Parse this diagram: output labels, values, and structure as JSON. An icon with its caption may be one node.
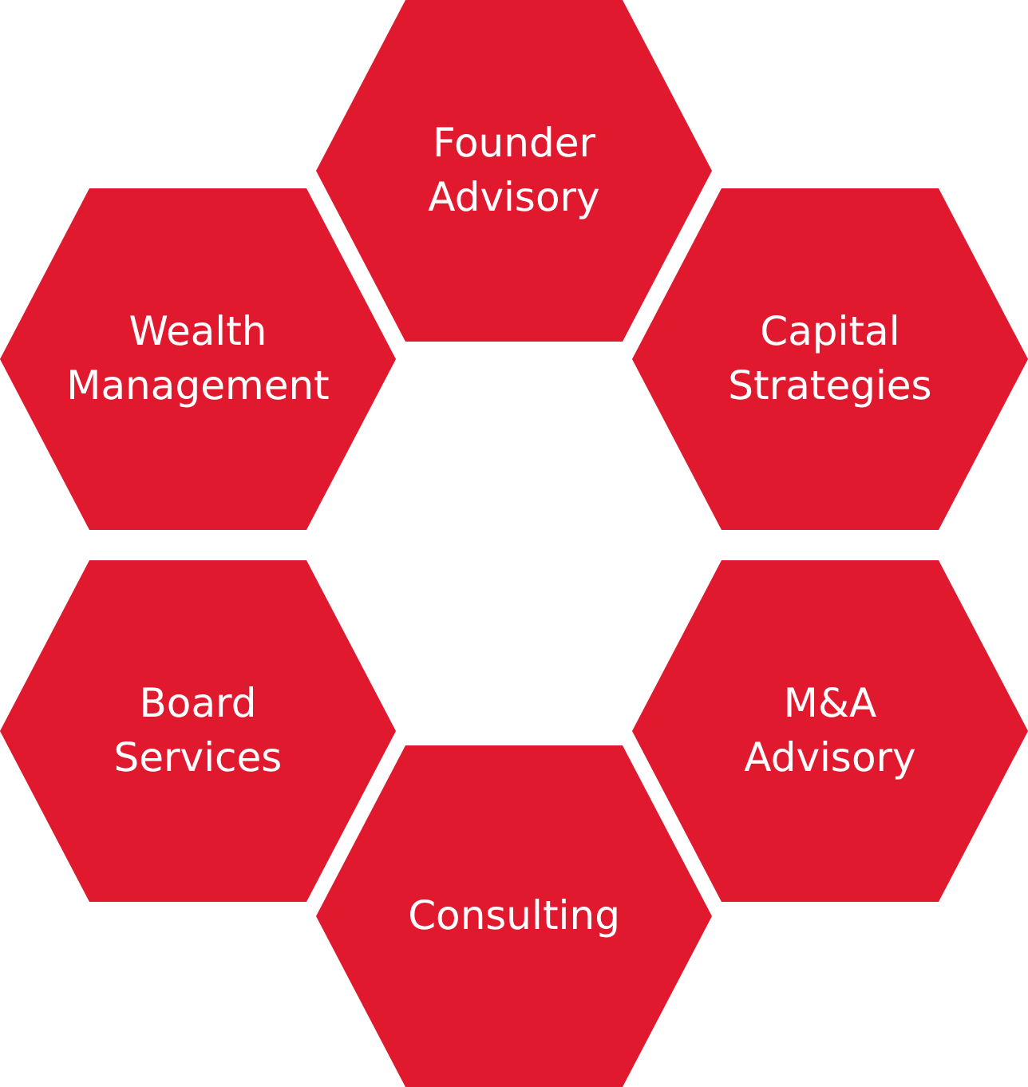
{
  "diagram": {
    "nodes": [
      {
        "text": [
          "Founder Advisory"
        ]
      },
      {
        "text": [
          "Wealth Management"
        ]
      },
      {
        "text": [
          "Capital Strategies"
        ]
      },
      {
        "text": [
          "Board Services"
        ]
      },
      {
        "text": [
          "M&A Advisory"
        ]
      },
      {
        "text": [
          "Consulting"
        ]
      }
    ]
  }
}
